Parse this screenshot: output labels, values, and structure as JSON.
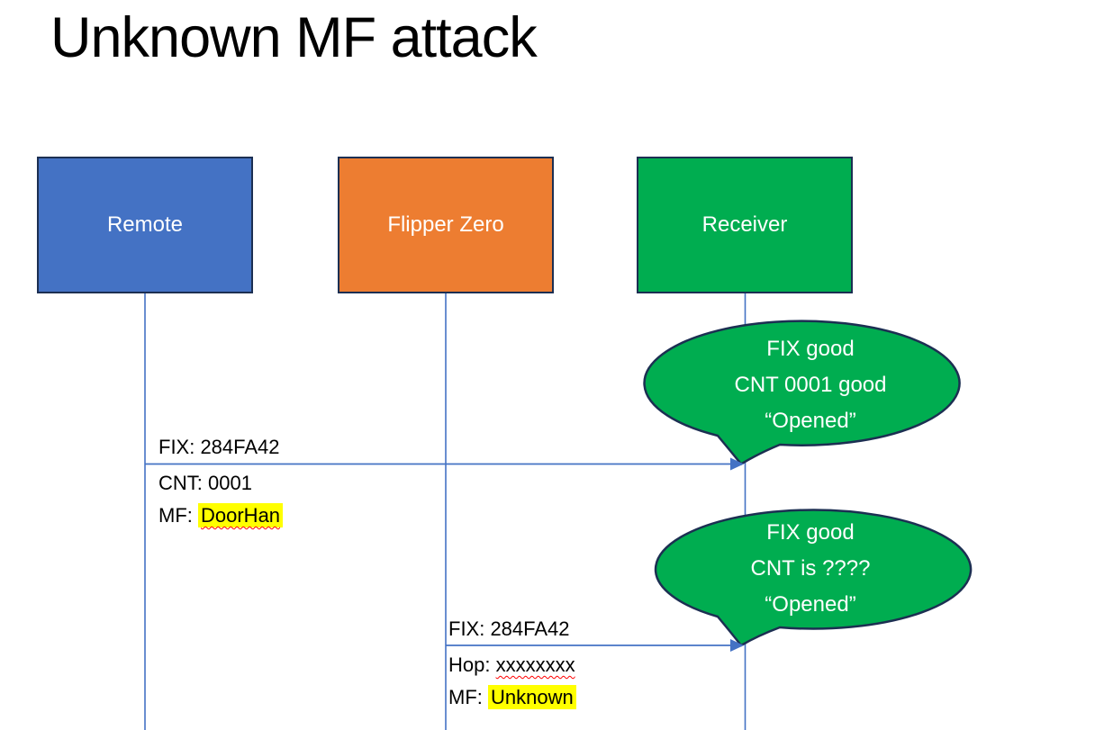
{
  "title": "Unknown MF attack",
  "colors": {
    "remote_fill": "#4472C4",
    "flipper_fill": "#ED7D31",
    "receiver_fill": "#00AD50",
    "bubble_fill": "#00AD50",
    "shape_border": "#1c2f52",
    "line_blue": "#4472C4",
    "highlight_yellow": "#FFFF00",
    "spellcheck_red": "#FF0000"
  },
  "actors": [
    {
      "id": "remote",
      "label": "Remote"
    },
    {
      "id": "flipper-zero",
      "label": "Flipper Zero"
    },
    {
      "id": "receiver",
      "label": "Receiver"
    }
  ],
  "messages": {
    "m1": {
      "fix": "FIX: 284FA42",
      "cnt": "CNT: 0001",
      "mf_prefix": "MF: ",
      "mf_value": "DoorHan"
    },
    "m2": {
      "fix": "FIX: 284FA42",
      "hop_prefix": "Hop: ",
      "hop_value": "xxxxxxxx",
      "mf_prefix": "MF: ",
      "mf_value": "Unknown"
    }
  },
  "bubbles": {
    "b1": {
      "line1": "FIX good",
      "line2": "CNT 0001 good",
      "line3": "“Opened”"
    },
    "b2": {
      "line1": "FIX good",
      "line2": "CNT is ????",
      "line3": "“Opened”"
    }
  }
}
